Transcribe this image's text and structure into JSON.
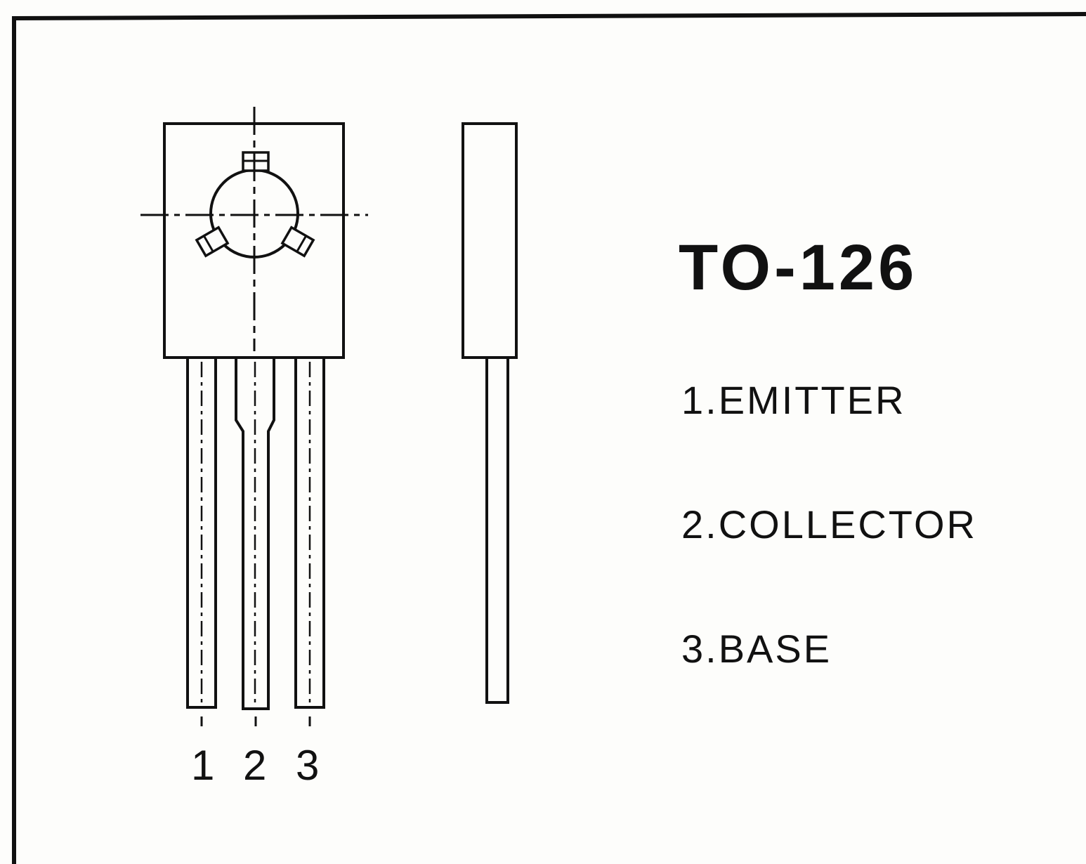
{
  "package": {
    "name": "TO-126"
  },
  "pins": [
    {
      "number": "1",
      "description": "1.EMITTER"
    },
    {
      "number": "2",
      "description": "2.COLLECTOR"
    },
    {
      "number": "3",
      "description": "3.BASE"
    }
  ],
  "colors": {
    "ink": "#111111",
    "paper": "#fdfdfb"
  }
}
